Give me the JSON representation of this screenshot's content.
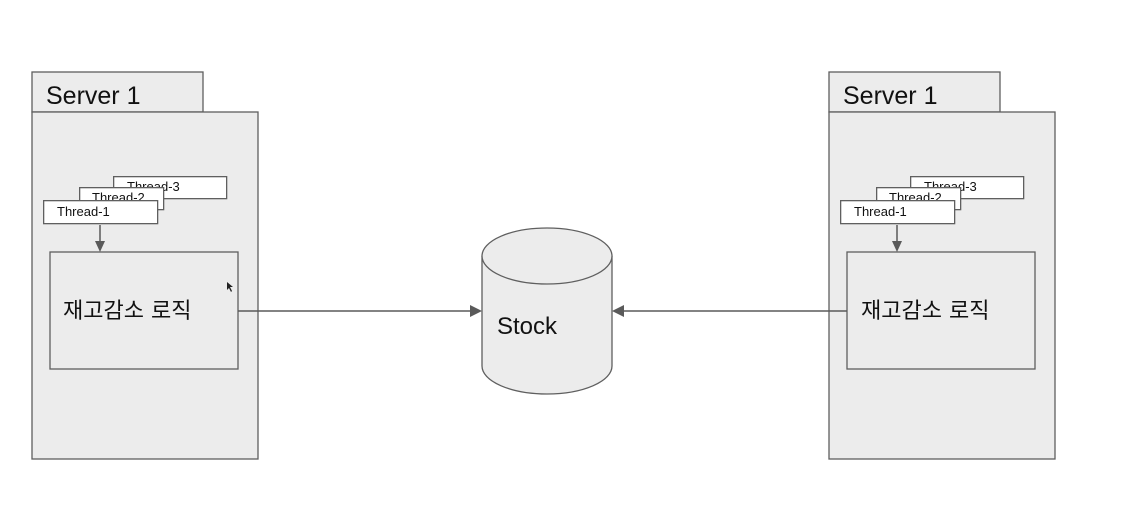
{
  "servers": [
    {
      "title": "Server 1",
      "threads": [
        "Thread-3",
        "Thread-2",
        "Thread-1"
      ],
      "logic_label": "재고감소 로직"
    },
    {
      "title": "Server 1",
      "threads": [
        "Thread-3",
        "Thread-2",
        "Thread-1"
      ],
      "logic_label": "재고감소 로직"
    }
  ],
  "database": {
    "label": "Stock"
  },
  "colors": {
    "node_fill": "#ececec",
    "stroke": "#5f5f5f",
    "connector": "#5a5a5a"
  }
}
